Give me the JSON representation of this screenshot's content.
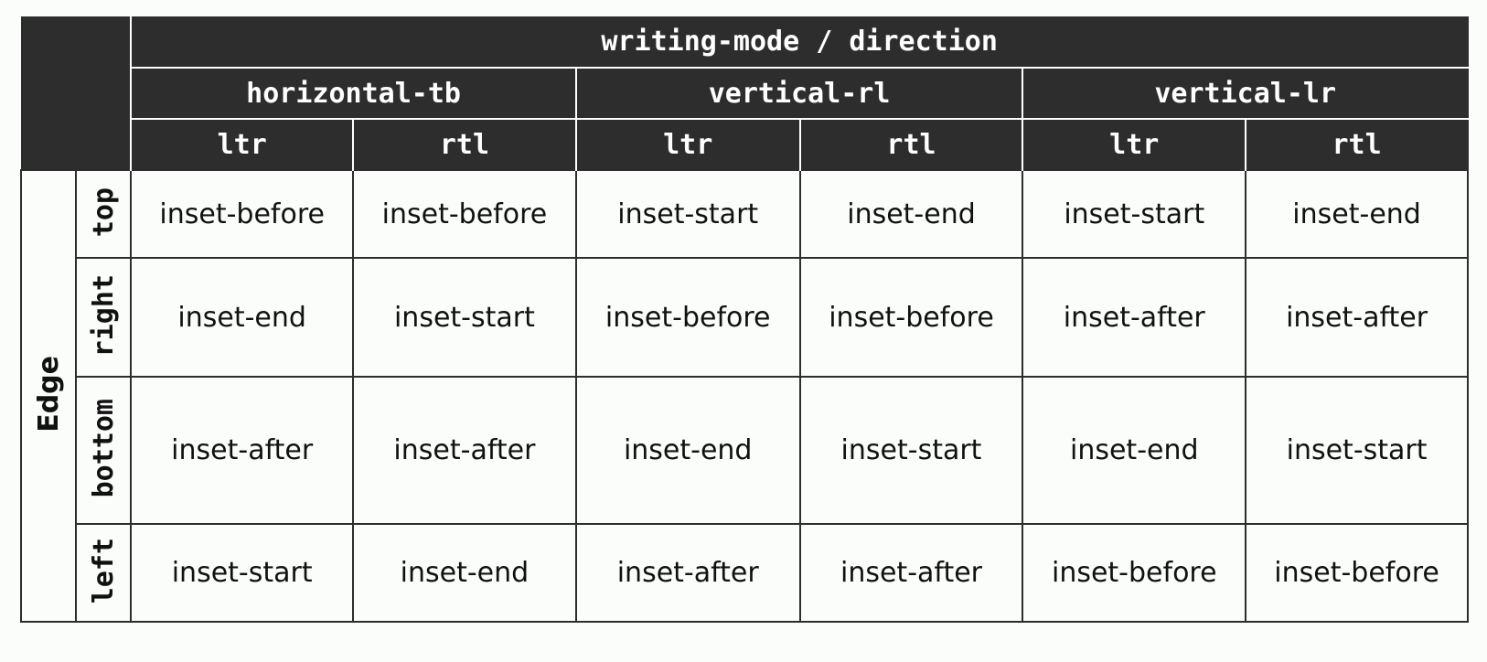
{
  "header": {
    "group_title": "writing-mode / direction",
    "modes": [
      "horizontal-tb",
      "vertical-rl",
      "vertical-lr"
    ],
    "directions": [
      "ltr",
      "rtl",
      "ltr",
      "rtl",
      "ltr",
      "rtl"
    ]
  },
  "side": {
    "group_label": "Edge",
    "edges": [
      "top",
      "right",
      "bottom",
      "left"
    ]
  },
  "rows": [
    [
      "inset-before",
      "inset-before",
      "inset-start",
      "inset-end",
      "inset-start",
      "inset-end"
    ],
    [
      "inset-end",
      "inset-start",
      "inset-before",
      "inset-before",
      "inset-after",
      "inset-after"
    ],
    [
      "inset-after",
      "inset-after",
      "inset-end",
      "inset-start",
      "inset-end",
      "inset-start"
    ],
    [
      "inset-start",
      "inset-end",
      "inset-after",
      "inset-after",
      "inset-before",
      "inset-before"
    ]
  ],
  "colors": {
    "header_bg": "#2d2d2d",
    "header_text": "#ffffff",
    "cell_bg": "#fafdfa",
    "border": "#2d2d2d"
  }
}
